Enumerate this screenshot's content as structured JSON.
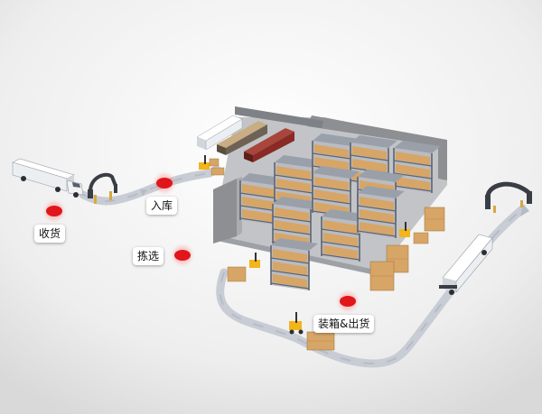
{
  "stages": {
    "receiving": "收货",
    "putaway": "入库",
    "picking": "拣选",
    "packing_shipping": "装箱&出货"
  },
  "colors": {
    "marker": "#e0161b",
    "path": "#c8ccd4",
    "floor": "#c2c4c8",
    "wall": "#8d8f92",
    "rack_frame": "#5e6470",
    "carton": "#d7a566",
    "trailer_white": "#eceff2",
    "trailer_red": "#8a2a24",
    "forklift": "#f2b51a"
  },
  "icons": [
    "delivery-truck-icon",
    "dock-gate-icon",
    "forklift-icon",
    "storage-rack-icon",
    "pallet-carton-icon",
    "location-marker-icon"
  ]
}
